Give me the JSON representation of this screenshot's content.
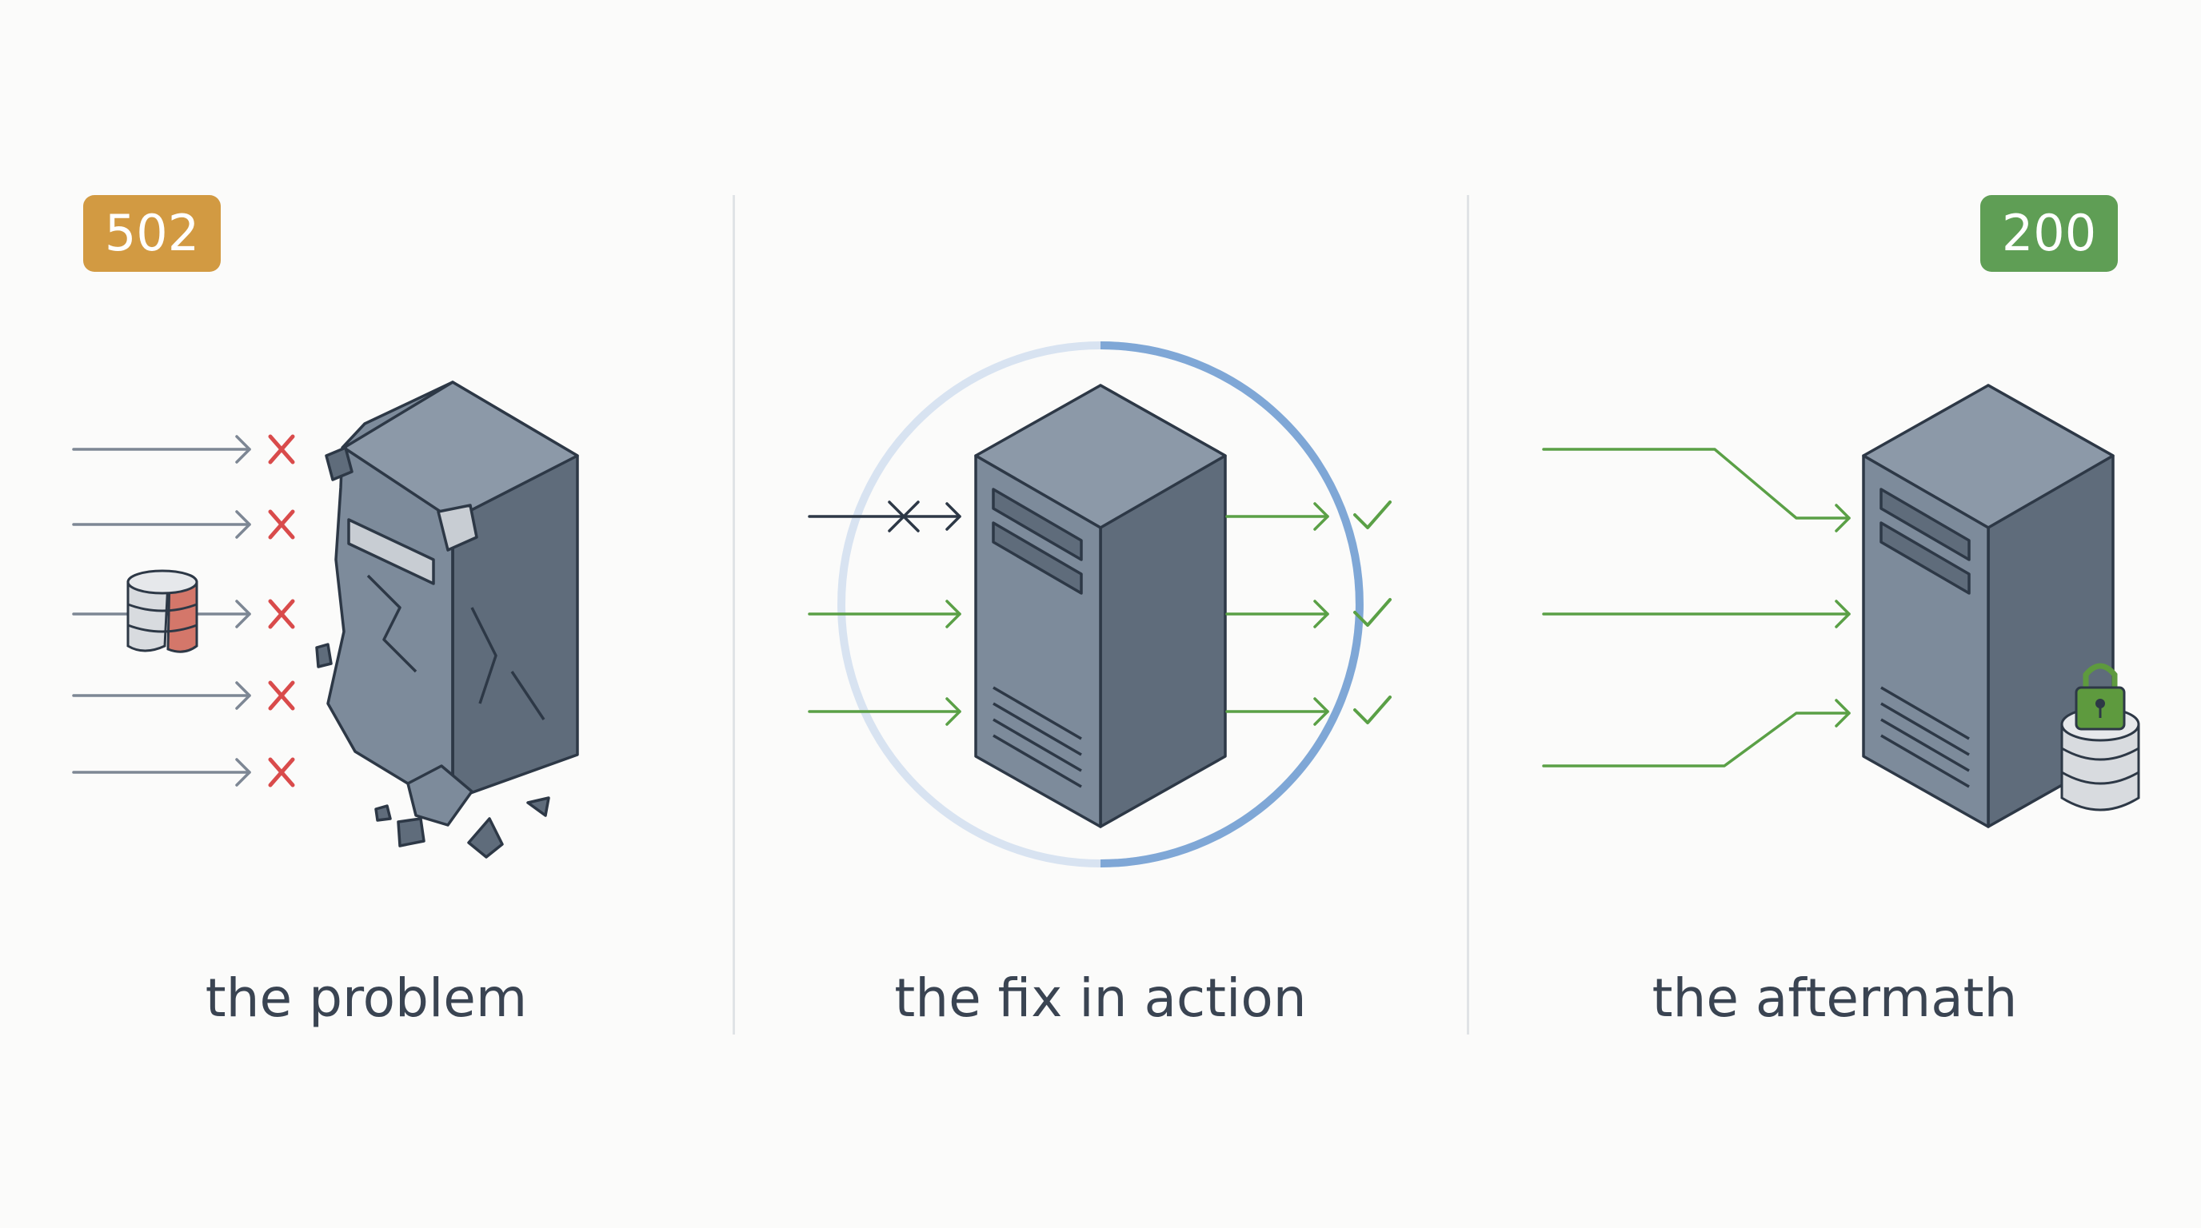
{
  "panels": [
    {
      "caption": "the problem",
      "badge": {
        "label": "502",
        "color": "#d29a42"
      }
    },
    {
      "caption": "the fix in action"
    },
    {
      "caption": "the aftermath",
      "badge": {
        "label": "200",
        "color": "#5f9e55"
      }
    }
  ],
  "colors": {
    "server_front": "#7d8b9b",
    "server_side": "#5f6c7b",
    "server_top": "#8c99a8",
    "outline": "#2d3846",
    "arrow_gray": "#7d8794",
    "arrow_green": "#5aa046",
    "cross_red": "#d94b4b",
    "ring_blue": "#7fa7d6",
    "db_red": "#d4776a",
    "lock_green": "#5e9a3e"
  },
  "icons": [
    "database-icon",
    "server-icon",
    "cross-icon",
    "check-icon",
    "lock-icon"
  ]
}
